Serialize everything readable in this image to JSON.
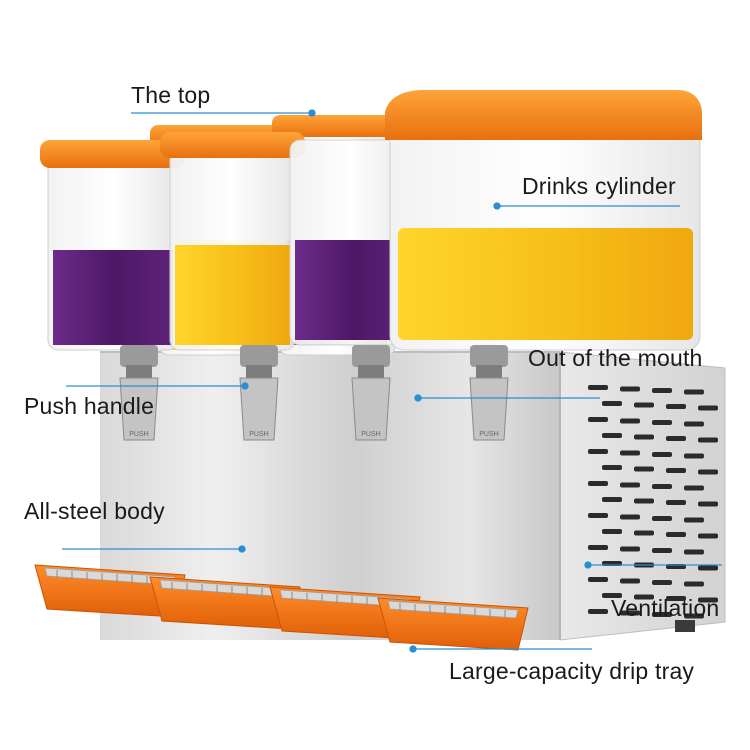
{
  "labels": {
    "top": "The top",
    "cylinder": "Drinks cylinder",
    "mouth": "Out of the mouth",
    "push_handle": "Push handle",
    "body": "All-steel body",
    "ventilation": "Ventilation",
    "drip_tray": "Large-capacity drip tray"
  },
  "handle_text": "PUSH",
  "colors": {
    "lid": "#f07d16",
    "purple_juice": "#5a1f76",
    "yellow_juice": "#f6c81a",
    "steel": "#d7d7d7",
    "callout": "#2a8fd0"
  }
}
